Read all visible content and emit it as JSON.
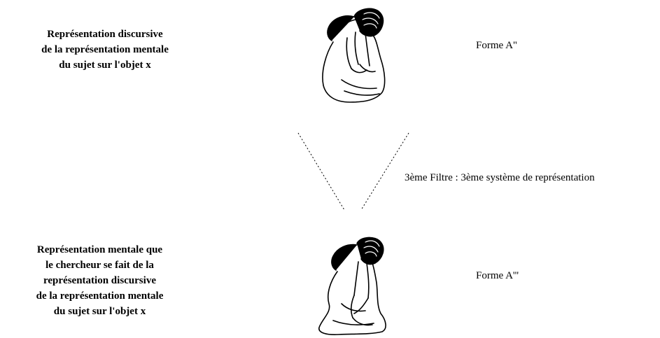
{
  "top_block": {
    "lines": [
      "Représentation discursive",
      "de la représentation mentale",
      "du sujet sur l'objet x"
    ],
    "form_label": "Forme A\""
  },
  "filter": {
    "label": "3ème Filtre : 3ème système de représentation"
  },
  "bottom_block": {
    "lines": [
      "Représentation mentale que",
      "le chercheur se fait de la",
      "représentation discursive",
      "de la représentation mentale",
      "du sujet sur l'objet x"
    ],
    "form_label": "Forme A'''"
  },
  "icons": {
    "top_figure": "seated-figure-icon",
    "bottom_figure": "seated-figure-icon"
  }
}
